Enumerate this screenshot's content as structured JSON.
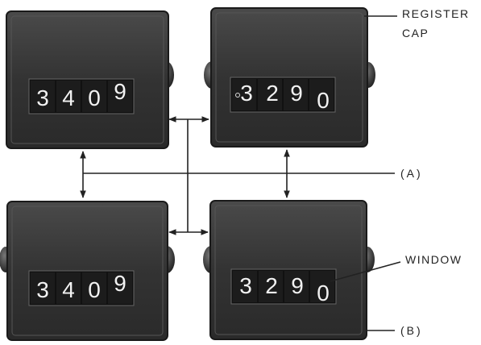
{
  "labels": {
    "register_cap": [
      "REGISTER",
      "CAP"
    ],
    "a": "(A)",
    "b": "(B)",
    "window": "WINDOW"
  },
  "registers": [
    {
      "id": "top-left",
      "digits": [
        "3",
        "4",
        "0",
        "9"
      ]
    },
    {
      "id": "top-right",
      "digits": [
        "3",
        "2",
        "9",
        "0"
      ]
    },
    {
      "id": "bottom-left",
      "digits": [
        "3",
        "4",
        "0",
        "9"
      ]
    },
    {
      "id": "bottom-right",
      "digits": [
        "3",
        "2",
        "9",
        "0"
      ]
    }
  ]
}
